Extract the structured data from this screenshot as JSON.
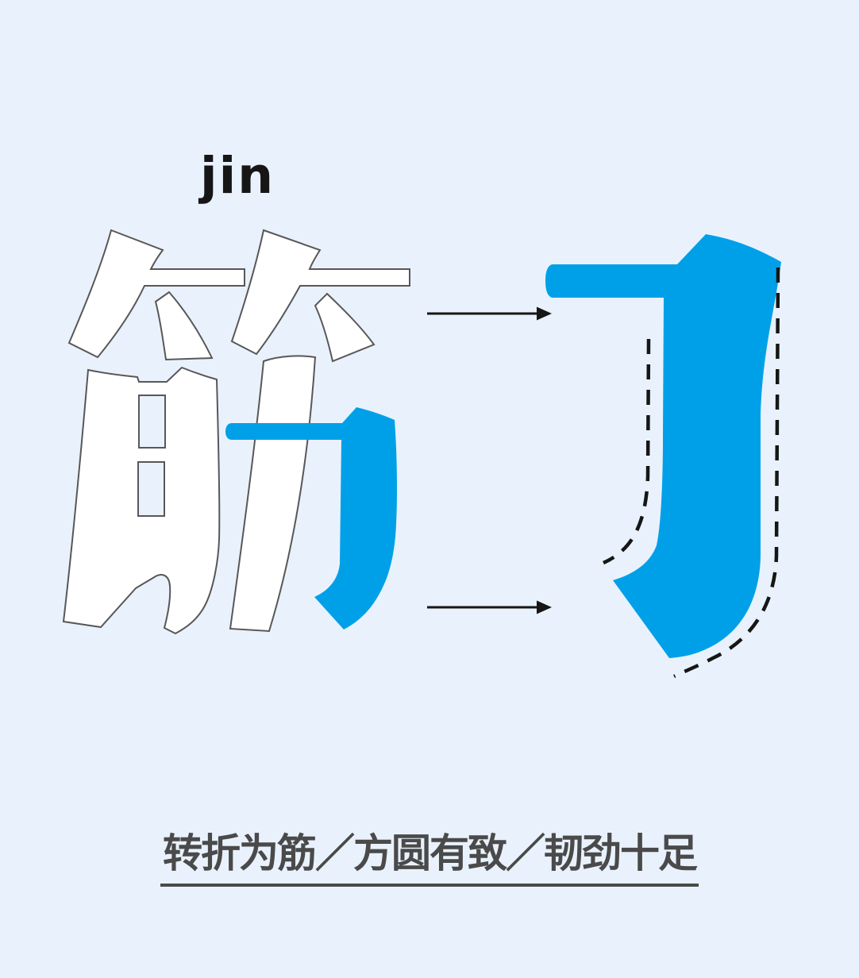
{
  "poster": {
    "pinyin": "jin",
    "character": "筋",
    "caption": "转折为筋／方圆有致／韧劲十足"
  },
  "annotation": {
    "highlighted_stroke": "horizontal-fold-hook stroke shown enlarged with dashed guides",
    "arrow_count": 2
  },
  "colors": {
    "background": "#e9f2fc",
    "accent_blue": "#00a0e9",
    "outline_gray": "#595757",
    "ink_black": "#161616",
    "caption_gray": "#4a4a4a"
  }
}
